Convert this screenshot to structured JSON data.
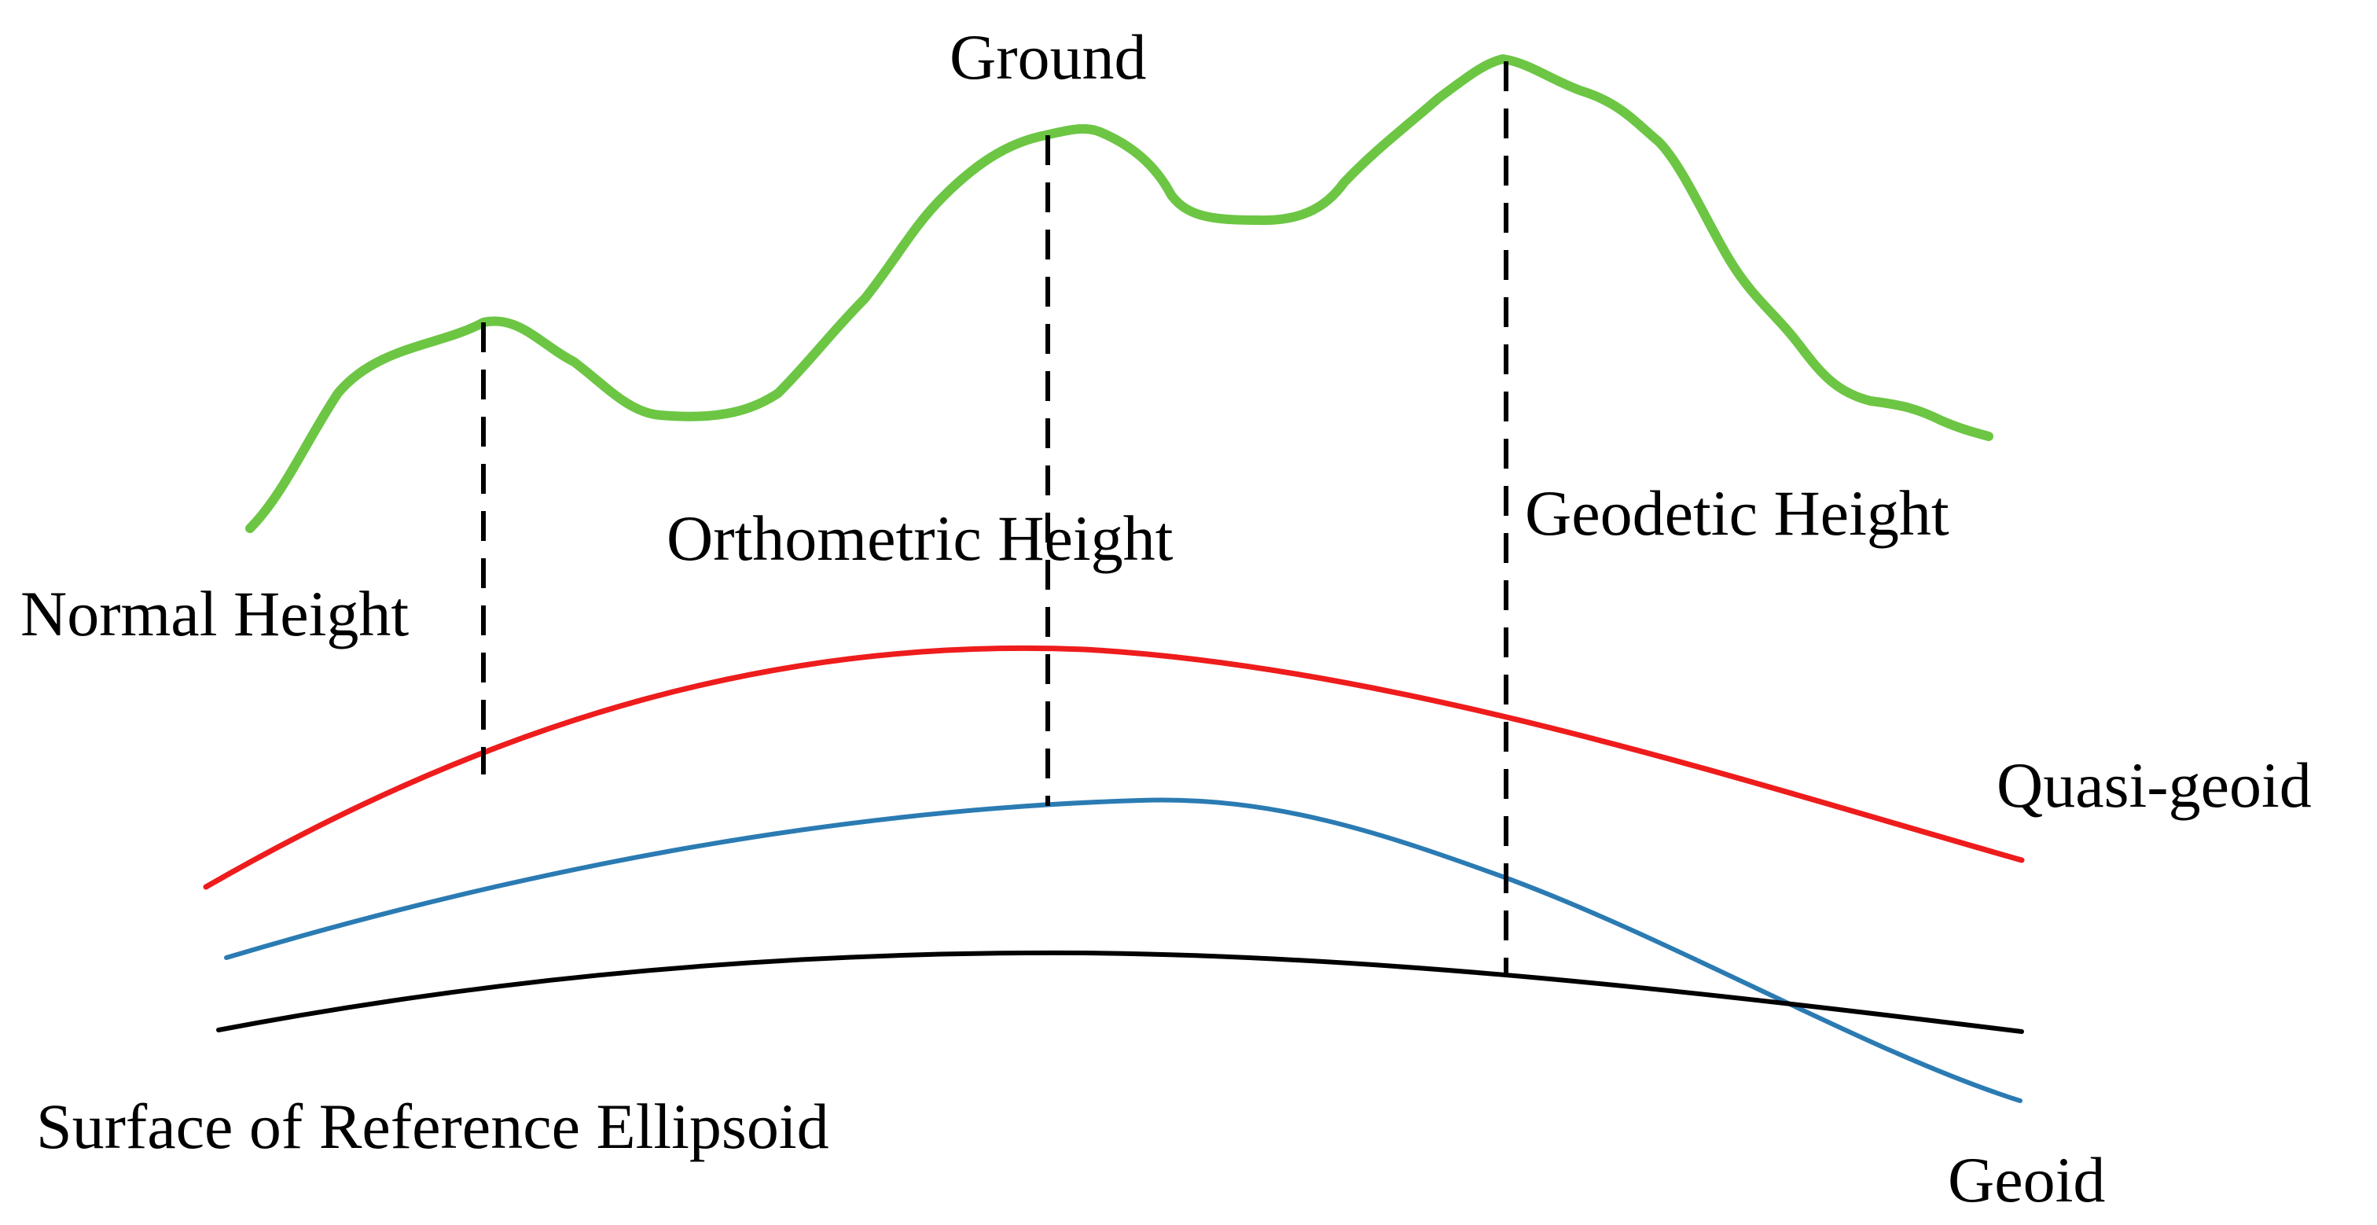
{
  "labels": {
    "ground": "Ground",
    "normal_height": "Normal Height",
    "orthometric_height": "Orthometric Height",
    "geodetic_height": "Geodetic Height",
    "quasi_geoid": "Quasi-geoid",
    "geoid": "Geoid",
    "ellipsoid": "Surface of Reference Ellipsoid"
  },
  "colors": {
    "ground": "#6cc644",
    "quasi_geoid": "#ee1c1c",
    "geoid": "#2b7bb3",
    "ellipsoid": "#000000",
    "height_lines": "#000000"
  }
}
